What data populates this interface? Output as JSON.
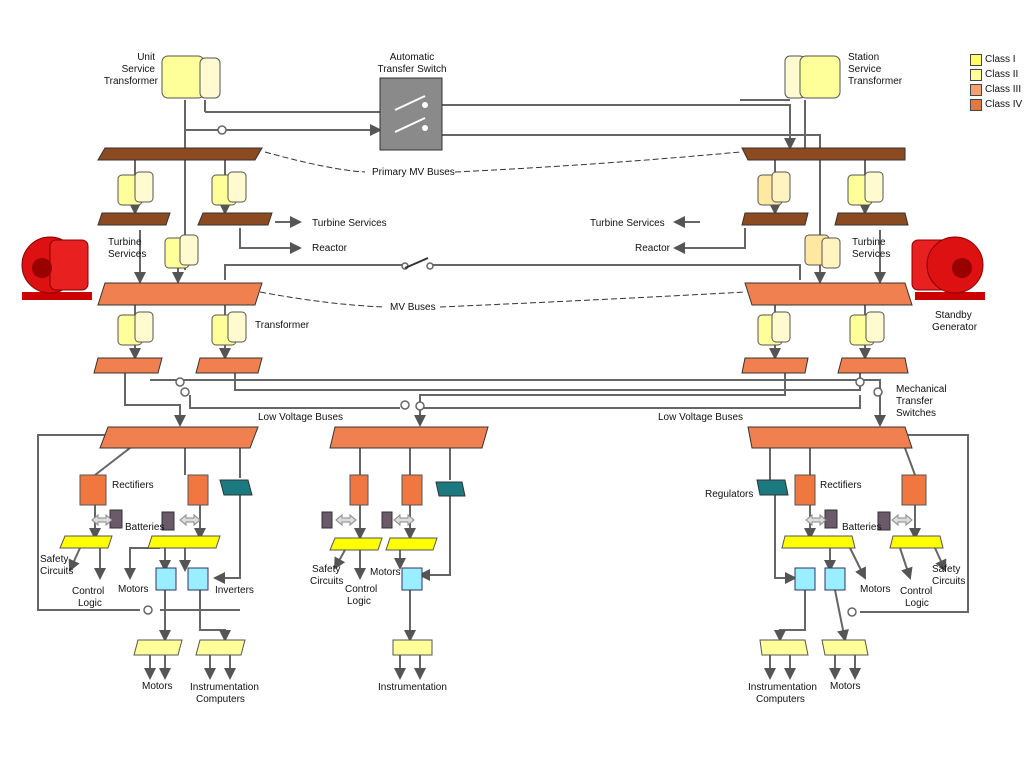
{
  "legend": [
    {
      "label": "Class I",
      "color": "#ffff66"
    },
    {
      "label": "Class II",
      "color": "#ffff99"
    },
    {
      "label": "Class III",
      "color": "#f4a070"
    },
    {
      "label": "Class IV",
      "color": "#e07a40"
    }
  ],
  "labels": {
    "unit_service_transformer": [
      "Unit",
      "Service",
      "Transformer"
    ],
    "automatic_transfer_switch": [
      "Automatic",
      "Transfer Switch"
    ],
    "station_service_transformer": [
      "Station",
      "Service",
      "Transformer"
    ],
    "primary_mv_buses": "Primary MV Buses",
    "turbine_services_left": "Turbine Services",
    "turbine_services_right": "Turbine Services",
    "reactor_left": "Reactor",
    "reactor_right": "Reactor",
    "turbine_services_stack_left": [
      "Turbine",
      "Services"
    ],
    "turbine_services_stack_right": [
      "Turbine",
      "Services"
    ],
    "mv_buses": "MV Buses",
    "transformer": "Transformer",
    "standby_generator": [
      "Standby",
      "Generator"
    ],
    "mechanical_transfer_switches": [
      "Mechanical",
      "Transfer",
      "Switches"
    ],
    "low_voltage_buses_left": "Low Voltage Buses",
    "low_voltage_buses_right": "Low Voltage Buses",
    "rectifiers_left": "Rectifiers",
    "rectifiers_right": "Rectifiers",
    "regulators": "Regulators",
    "batteries_left": "Batteries",
    "batteries_right": "Batteries",
    "safety_circuits_left": [
      "Safety",
      "Circuits"
    ],
    "safety_circuits_mid": [
      "Safety",
      "Circuits"
    ],
    "safety_circuits_right": [
      "Safety",
      "Circuits"
    ],
    "control_logic_left": [
      "Control",
      "Logic"
    ],
    "control_logic_mid": [
      "Control",
      "Logic"
    ],
    "control_logic_right": [
      "Control",
      "Logic"
    ],
    "motors_left_a": "Motors",
    "motors_mid": "Motors",
    "motors_right_a": "Motors",
    "inverters": "Inverters",
    "motors_bottom_left": "Motors",
    "instrumentation_computers_left": [
      "Instrumentation",
      "Computers"
    ],
    "instrumentation_mid": "Instrumentation",
    "instrumentation_computers_right": [
      "Instrumentation",
      "Computers"
    ],
    "motors_bottom_right": "Motors"
  }
}
